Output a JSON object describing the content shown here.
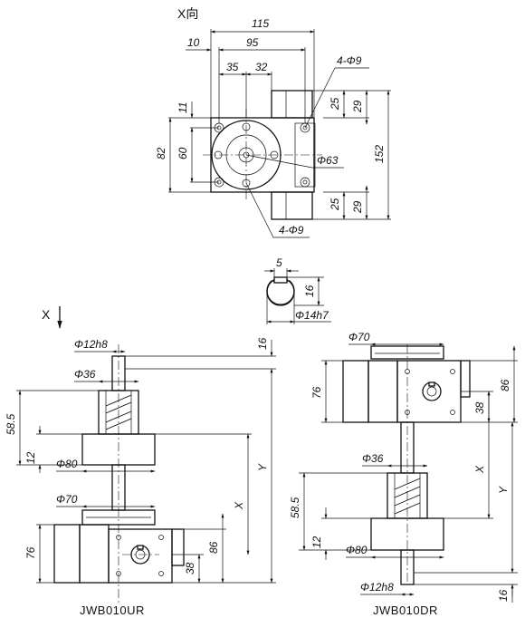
{
  "top_view": {
    "view_label": "X向",
    "dims": {
      "d115": "115",
      "d95": "95",
      "d10": "10",
      "d35": "35",
      "d32": "32",
      "holes_top": "4-Φ9",
      "holes_bottom": "4-Φ9",
      "d11": "11",
      "d82": "82",
      "d60": "60",
      "d25_top": "25",
      "d29_top": "29",
      "d152": "152",
      "d25_bottom": "25",
      "d29_bottom": "29",
      "d63": "Φ63"
    }
  },
  "shaft_section": {
    "d5": "5",
    "d16": "16",
    "d14h7": "Φ14h7"
  },
  "left_view": {
    "arrow_label": "X",
    "name": "JWB010UR",
    "dims": {
      "d12h8": "Φ12h8",
      "d16": "16",
      "d36": "Φ36",
      "d58_5": "58.5",
      "d12": "12",
      "d80": "Φ80",
      "d70": "Φ70",
      "d76": "76",
      "d86": "86",
      "d38": "38",
      "x": "X",
      "y": "Y"
    }
  },
  "right_view": {
    "name": "JWB010DR",
    "dims": {
      "d70": "Φ70",
      "d76": "76",
      "d86": "86",
      "d38": "38",
      "x": "X",
      "y": "Y",
      "d36": "Φ36",
      "d58_5": "58.5",
      "d12": "12",
      "d80": "Φ80",
      "d12h8": "Φ12h8",
      "d16": "16"
    }
  }
}
